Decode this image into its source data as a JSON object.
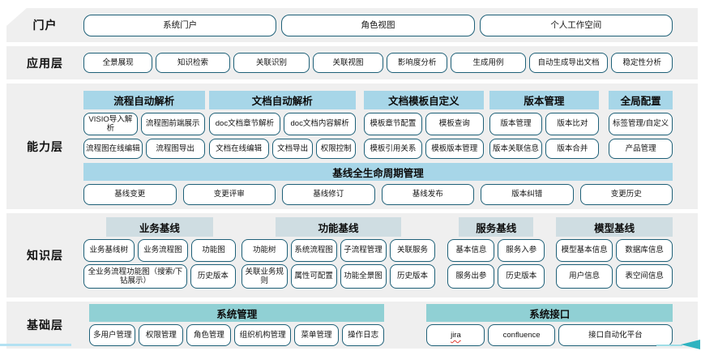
{
  "colors": {
    "band_bg": "#efefef",
    "header_blue": "#a7d6e8",
    "header_gray_blue": "#cfdde2",
    "header_teal": "#90d0d4",
    "box_border": "#1e6078",
    "arrow_teal": "#2fb3c0",
    "bottom_line_blue": "#b3e1f2",
    "spellcheck_red": "#e03c31"
  },
  "decorations": {
    "misspelled": [
      "jira"
    ]
  },
  "layers": [
    {
      "id": "portal",
      "label": "门户",
      "buttons": [
        "系统门户",
        "角色视图",
        "个人工作空间"
      ]
    },
    {
      "id": "application",
      "label": "应用层",
      "buttons": [
        "全景展现",
        "知识检索",
        "关联识别",
        "关联视图",
        "影响度分析",
        "生成用例",
        "自动生成导出文档",
        "稳定性分析"
      ]
    },
    {
      "id": "capability",
      "label": "能力层",
      "groups": [
        {
          "header": "流程自动解析",
          "rows": [
            [
              "VISIO导入解析",
              "流程图前端展示"
            ],
            [
              "流程图在线编辑",
              "流程图导出"
            ]
          ]
        },
        {
          "header": "文档自动解析",
          "rows": [
            [
              "doc文档章节解析",
              "doc文档内容解析"
            ],
            [
              "文档在线编辑",
              "文档导出",
              "权限控制"
            ]
          ]
        },
        {
          "header": "文档模板自定义",
          "rows": [
            [
              "模板章节配置",
              "模板查询"
            ],
            [
              "模板引用关系",
              "模板版本管理"
            ]
          ]
        },
        {
          "header": "版本管理",
          "rows": [
            [
              "版本管理",
              "版本比对"
            ],
            [
              "版本关联信息",
              "版本合并"
            ]
          ]
        },
        {
          "header": "全局配置",
          "rows": [
            [
              "标签管理/自定义"
            ],
            [
              "产品管理"
            ]
          ]
        }
      ],
      "lifecycle": {
        "header": "基线全生命周期管理",
        "buttons": [
          "基线变更",
          "变更评审",
          "基线修订",
          "基线发布",
          "版本纠错",
          "变更历史"
        ]
      }
    },
    {
      "id": "knowledge",
      "label": "知识层",
      "groups": [
        {
          "header": "业务基线",
          "rows": [
            [
              "业务基线树",
              "业务流程图",
              "功能图"
            ],
            [
              "全业务流程功能图（搜索/下钻展示）",
              "历史版本"
            ]
          ]
        },
        {
          "header": "功能基线",
          "rows": [
            [
              "功能树",
              "系统流程图",
              "子流程管理",
              "关联服务"
            ],
            [
              "关联业务规则",
              "属性可配置",
              "功能全景图",
              "历史版本"
            ]
          ]
        },
        {
          "header": "服务基线",
          "rows": [
            [
              "基本信息",
              "服务入参"
            ],
            [
              "服务出参",
              "历史版本"
            ]
          ]
        },
        {
          "header": "模型基线",
          "rows": [
            [
              "模型基本信息",
              "数据库信息"
            ],
            [
              "用户信息",
              "表空间信息"
            ]
          ]
        }
      ]
    },
    {
      "id": "foundation",
      "label": "基础层",
      "groups": [
        {
          "header": "系统管理",
          "buttons": [
            "多用户管理",
            "权限管理",
            "角色管理",
            "组织机构管理",
            "菜单管理",
            "操作日志"
          ]
        },
        {
          "header": "系统接口",
          "buttons": [
            "jira",
            "confluence",
            "接口自动化平台"
          ]
        }
      ]
    }
  ]
}
